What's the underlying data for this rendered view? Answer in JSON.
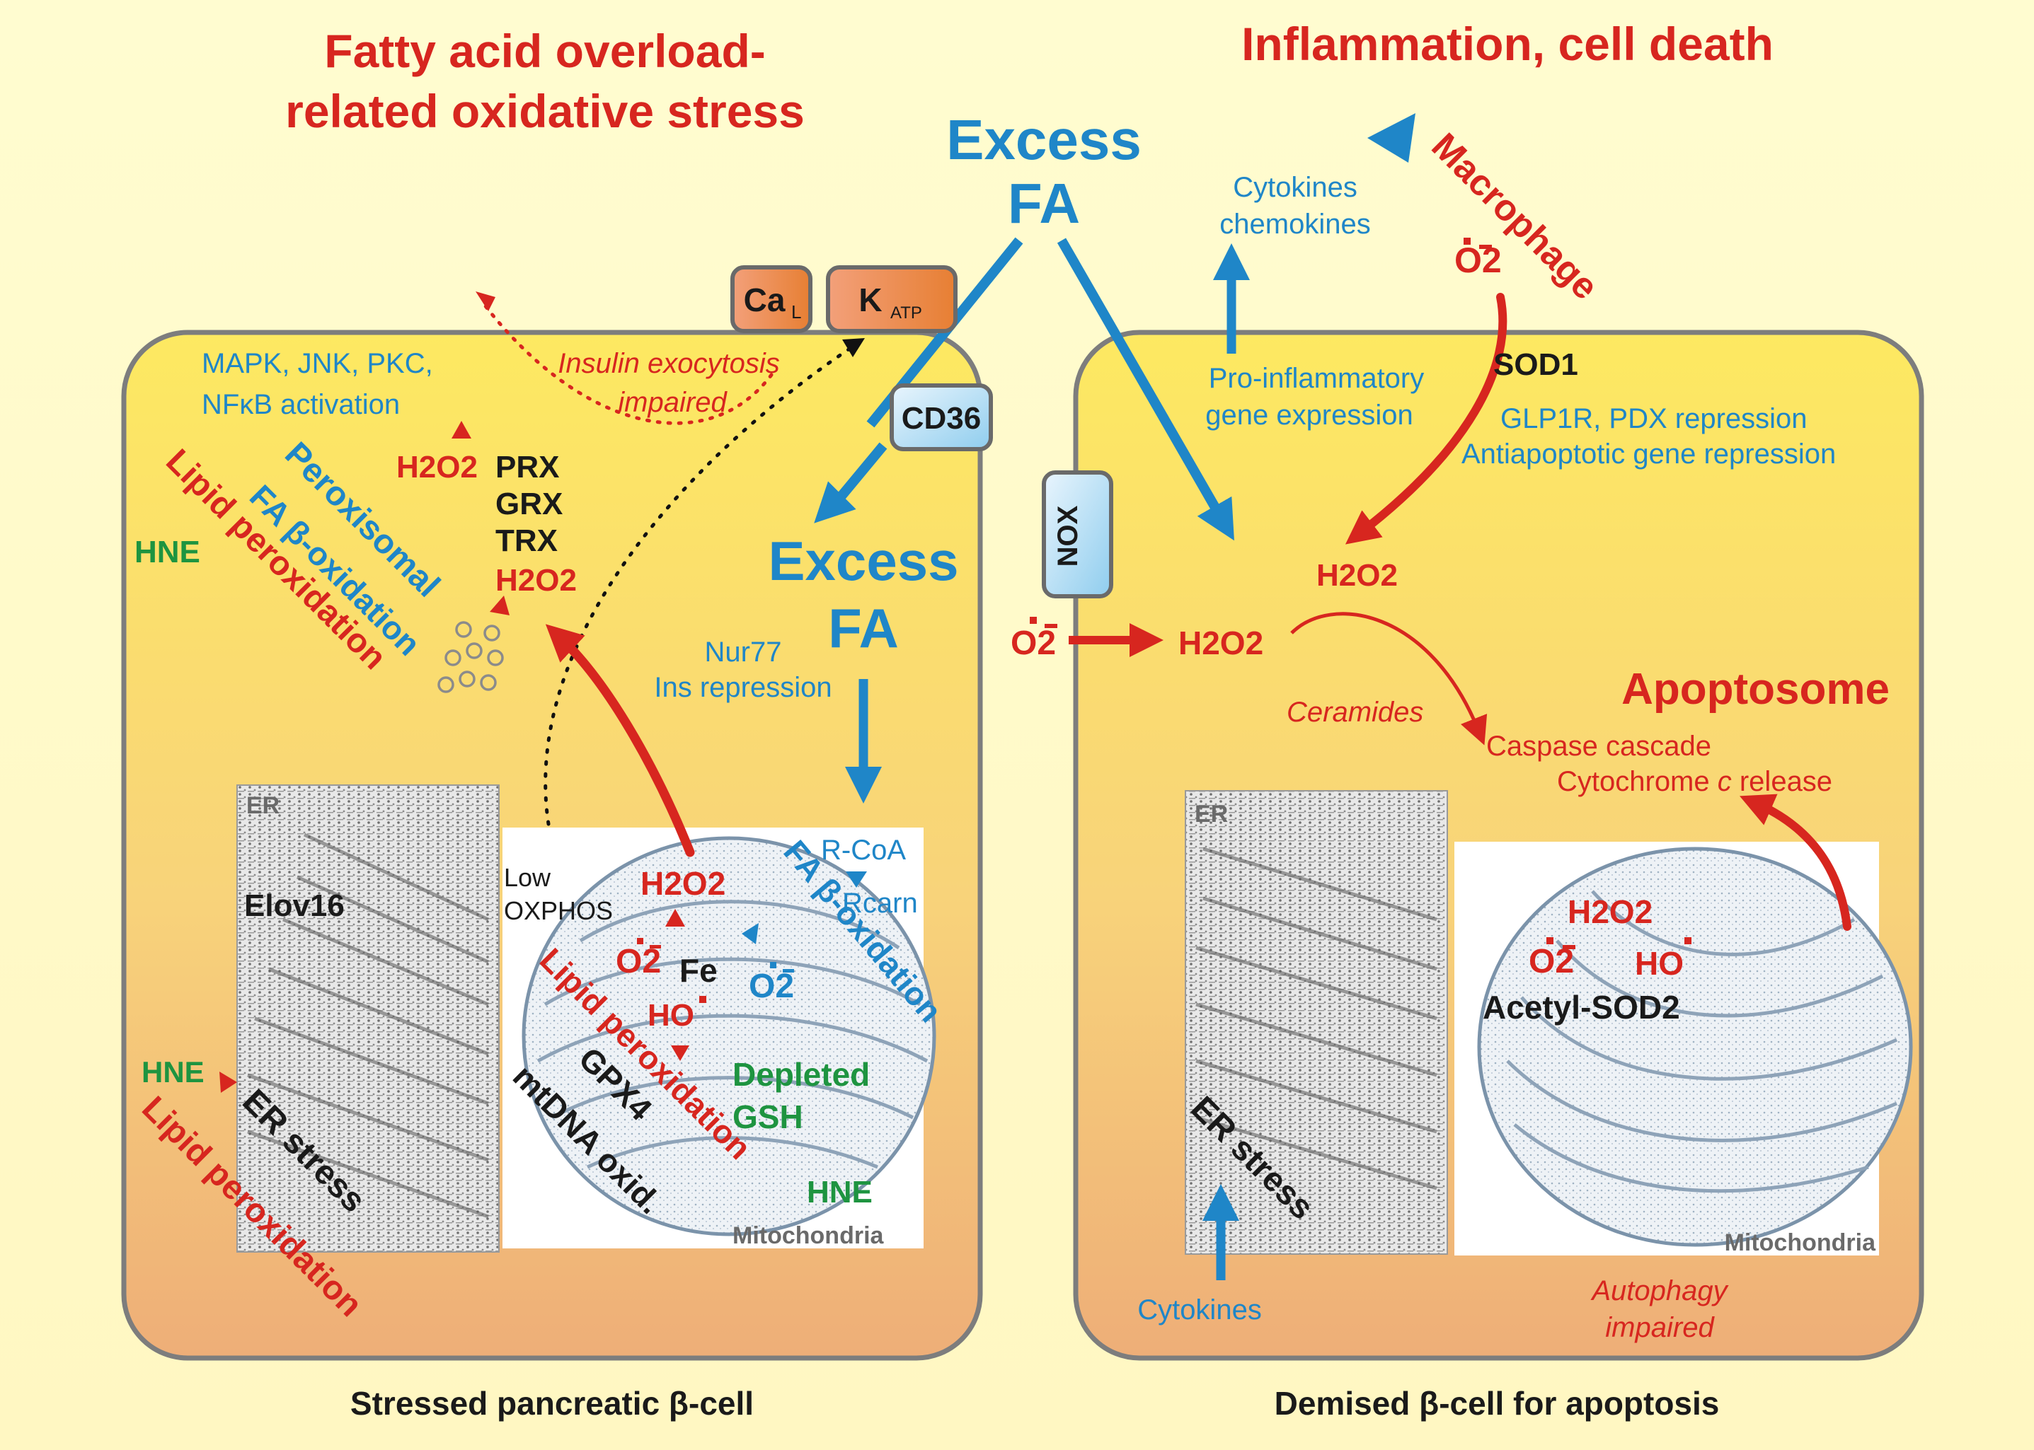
{
  "titles": {
    "left_line1": "Fatty acid overload-",
    "left_line2": "related oxidative stress",
    "right": "Inflammation, cell death",
    "color_red": "#d7261f"
  },
  "center": {
    "excess_fa_top_1": "Excess",
    "excess_fa_top_2": "FA",
    "cd36": "CD36",
    "ca_l_main": "Ca",
    "ca_l_sub": "L",
    "k_atp_main": "K",
    "k_atp_sub": "ATP",
    "nox": "NOX"
  },
  "left_cell": {
    "caption": "Stressed pancreatic β-cell",
    "mapk_1": "MAPK, JNK, PKC,",
    "mapk_2": "NFκB activation",
    "insulin_1": "Insulin exocytosis",
    "insulin_2": "impaired",
    "h2o2_top": "H2O2",
    "prx": "PRX",
    "grx": "GRX",
    "trx": "TRX",
    "h2o2_bottom": "H2O2",
    "peroxisomal": "Peroxisomal",
    "fa_beta_ox": "FA β-oxidation",
    "lipid_perox": "Lipid peroxidation",
    "hne_top": "HNE",
    "excess_fa_1": "Excess",
    "excess_fa_2": "FA",
    "nur77": "Nur77",
    "ins_repression": "Ins repression",
    "er_label": "ER",
    "elovl6": "Elov16",
    "hne_er": "HNE",
    "er_stress": "ER stress",
    "lipid_perox_er": "Lipid peroxidation",
    "low_oxphos_1": "Low",
    "low_oxphos_2": "OXPHOS",
    "r_coa": "R-CoA",
    "rcarn": "Rcarn",
    "mito_h2o2": "H2O2",
    "mito_fa_beta": "FA β-oxidation",
    "mito_o2_red": "O2",
    "fe": "Fe",
    "mito_o2_blue": "O2",
    "mito_ho": "HO",
    "mito_lipid_perox": "Lipid peroxidation",
    "gpx4": "GPX4",
    "mtdna": "mtDNA oxid.",
    "depleted": "Depleted",
    "gsh": "GSH",
    "hne_mito": "HNE",
    "mito_label": "Mitochondria"
  },
  "right_cell": {
    "caption": "Demised β-cell for apoptosis",
    "cytokines_top_1": "Cytokines",
    "cytokines_top_2": "chemokines",
    "macrophage": "Macrophage",
    "macro_o2": "O2",
    "pro_inflam_1": "Pro-inflammatory",
    "pro_inflam_2": "gene expression",
    "sod1": "SOD1",
    "glp1r": "GLP1R, PDX repression",
    "antiapop": "Antiapoptotic gene repression",
    "h2o2_upper": "H2O2",
    "nox_o2": "O2",
    "h2o2_lower": "H2O2",
    "apoptosome": "Apoptosome",
    "ceramides": "Ceramides",
    "caspase": "Caspase cascade",
    "cytc_1": "Cytochrome ",
    "cytc_c": "c",
    "cytc_2": " release",
    "er_label": "ER",
    "er_stress": "ER stress",
    "mito_h2o2": "H2O2",
    "mito_o2": "O2",
    "mito_ho": "HO",
    "acetyl_sod2": "Acetyl-SOD2",
    "mito_label": "Mitochondria",
    "cytokines_bottom": "Cytokines",
    "autophagy_1": "Autophagy",
    "autophagy_2": "impaired"
  }
}
